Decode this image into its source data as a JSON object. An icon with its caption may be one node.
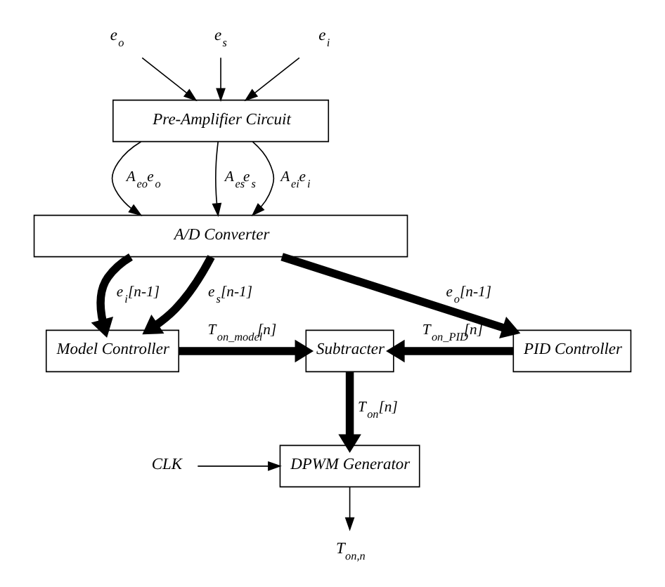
{
  "diagram": {
    "nodes": [
      {
        "text": [
          "e$_{o}$"
        ]
      },
      {
        "text": [
          "e$_{s}$"
        ]
      },
      {
        "text": [
          "e$_{i}$"
        ]
      },
      {
        "text": [
          "Pre-Amplifier Circuit"
        ]
      },
      {
        "text": [
          "A/D Converter"
        ]
      },
      {
        "text": [
          "Model Controller"
        ]
      },
      {
        "text": [
          "Subtracter"
        ]
      },
      {
        "text": [
          "PID Controller"
        ]
      },
      {
        "text": [
          "CLK"
        ]
      },
      {
        "text": [
          "DPWM Generator"
        ]
      },
      {
        "text": [
          "T$_{on,n}$"
        ]
      }
    ],
    "edges": [
      {
        "from": 0,
        "to": 3,
        "arrow": "to"
      },
      {
        "from": 1,
        "to": 3,
        "arrow": "to"
      },
      {
        "from": 2,
        "to": 3,
        "arrow": "to"
      },
      {
        "from": 3,
        "to": 4,
        "arrow": "to",
        "label": "A$_{eo}$e$_{o}$"
      },
      {
        "from": 3,
        "to": 4,
        "arrow": "to",
        "label": "A$_{es}$e$_{s}$"
      },
      {
        "from": 3,
        "to": 4,
        "arrow": "to",
        "label": "A$_{ei}$e$_{i}$"
      },
      {
        "from": 4,
        "to": 5,
        "arrow": "to",
        "label": "e$_{i}$[n-1]",
        "style": "thick"
      },
      {
        "from": 4,
        "to": 5,
        "arrow": "to",
        "label": "e$_{s}$[n-1]",
        "style": "thick"
      },
      {
        "from": 4,
        "to": 7,
        "arrow": "to",
        "label": "e$_{o}$[n-1]",
        "style": "thick"
      },
      {
        "from": 5,
        "to": 6,
        "arrow": "to",
        "label": "T$_{on_model}$[n]",
        "style": "thick"
      },
      {
        "from": 7,
        "to": 6,
        "arrow": "to",
        "label": "T$_{on_PID}$[n]",
        "style": "thick"
      },
      {
        "from": 6,
        "to": 9,
        "arrow": "to",
        "label": "T$_{on}$[n]",
        "style": "thick"
      },
      {
        "from": 8,
        "to": 9,
        "arrow": "to"
      },
      {
        "from": 9,
        "to": 10,
        "arrow": "to"
      }
    ]
  }
}
